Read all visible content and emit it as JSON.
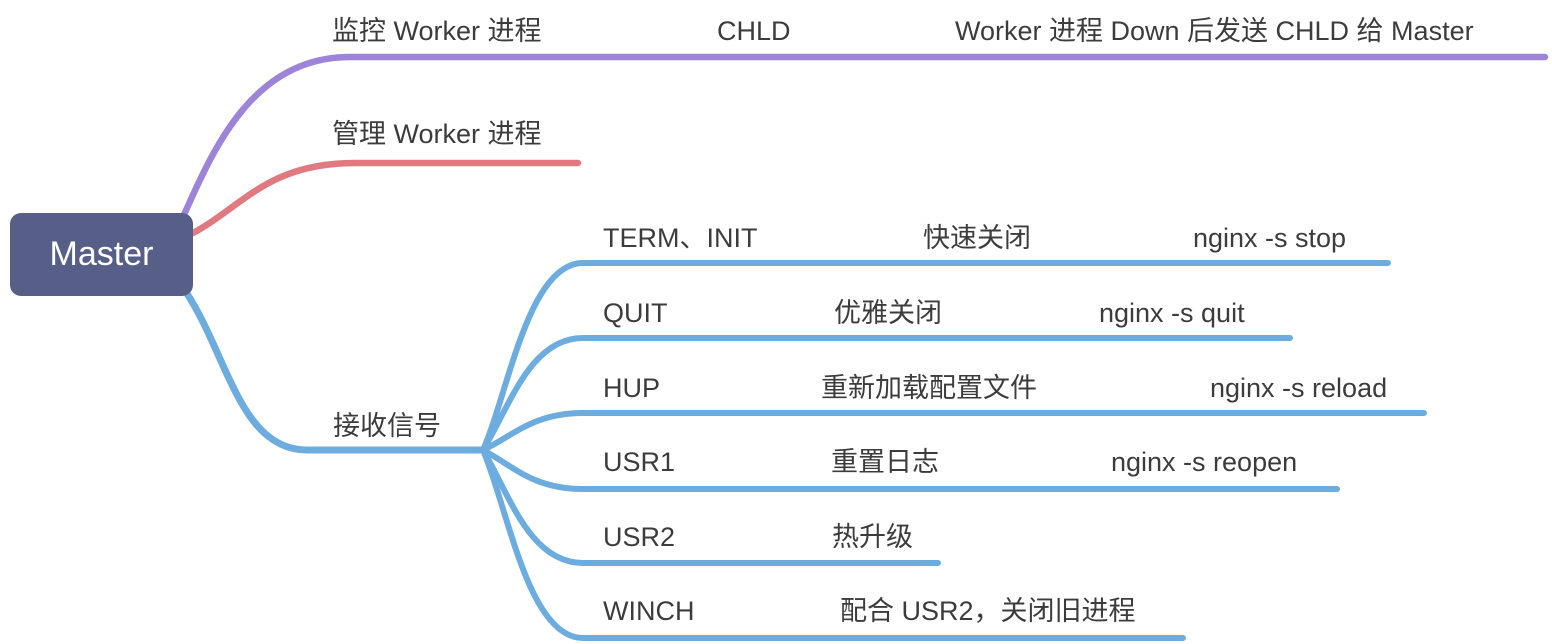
{
  "root": {
    "label": "Master"
  },
  "branches": [
    {
      "label": "监控 Worker 进程",
      "color": "#9d84d9",
      "children": [
        {
          "label": "CHLD"
        },
        {
          "label": "Worker 进程 Down 后发送 CHLD 给 Master"
        }
      ]
    },
    {
      "label": "管理 Worker 进程",
      "color": "#e07a80",
      "children": []
    },
    {
      "label": "接收信号",
      "color": "#6cacdf",
      "children": [
        {
          "signal": "TERM、INIT",
          "desc": "快速关闭",
          "command": "nginx -s stop"
        },
        {
          "signal": "QUIT",
          "desc": "优雅关闭",
          "command": "nginx -s quit"
        },
        {
          "signal": "HUP",
          "desc": "重新加载配置文件",
          "command": "nginx -s reload"
        },
        {
          "signal": "USR1",
          "desc": "重置日志",
          "command": "nginx -s reopen"
        },
        {
          "signal": "USR2",
          "desc": "热升级",
          "command": ""
        },
        {
          "signal": "WINCH",
          "desc": "配合 USR2，关闭旧进程",
          "command": ""
        }
      ]
    }
  ],
  "colors": {
    "root_fill": "#575e88",
    "root_text": "#ffffff",
    "branch_monitor": "#9d84d9",
    "branch_manage": "#e07a80",
    "branch_signals": "#6cacdf",
    "label_text": "#3c3c3c"
  }
}
